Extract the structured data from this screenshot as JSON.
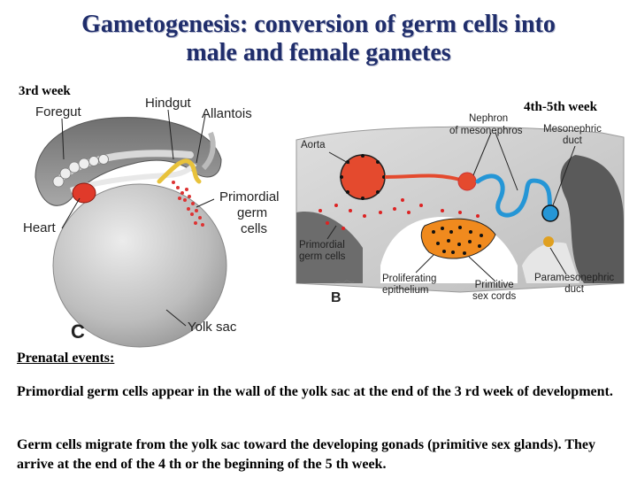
{
  "title_line1": "Gametogenesis: conversion of germ cells into",
  "title_line2": "male and female gametes",
  "week_left": "3rd week",
  "week_right": "4th-5th week",
  "figure_c": {
    "letter": "C",
    "labels": {
      "foregut": "Foregut",
      "hindgut": "Hindgut",
      "allantois": "Allantois",
      "heart": "Heart",
      "primordial_germ_cells_1": "Primordial",
      "primordial_germ_cells_2": "germ",
      "primordial_germ_cells_3": "cells",
      "yolk_sac": "Yolk sac"
    }
  },
  "figure_b": {
    "letter": "B",
    "labels": {
      "nephron_1": "Nephron",
      "nephron_2": "of mesonephros",
      "mesonephric_1": "Mesonephric",
      "mesonephric_2": "duct",
      "aorta": "Aorta",
      "pgc_1": "Primordial",
      "pgc_2": "germ cells",
      "prolif_1": "Proliferating",
      "prolif_2": "epithelium",
      "primitive_1": "Primitive",
      "primitive_2": "sex cords",
      "parameso_1": "Paramesonephric",
      "parameso_2": "duct"
    }
  },
  "heading": "Prenatal events:",
  "paragraph1": "Primordial germ cells appear in the wall of the yolk sac at the end of the 3 rd week of development.",
  "paragraph2": "Germ cells migrate  from the yolk sac toward the developing gonads (primitive sex glands). They arrive at the end of the 4 th or the beginning of the 5 th week."
}
